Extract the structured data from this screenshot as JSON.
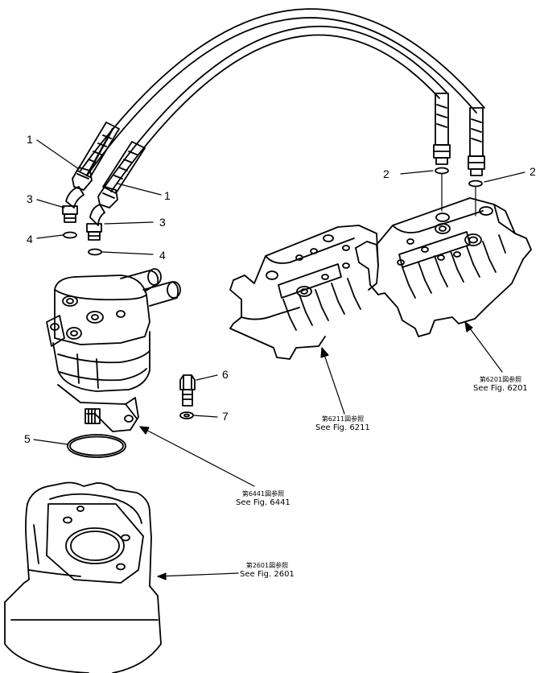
{
  "callouts": {
    "c1a": "1",
    "c1b": "1",
    "c2a": "2",
    "c2b": "2",
    "c3a": "3",
    "c3b": "3",
    "c4a": "4",
    "c4b": "4",
    "c5": "5",
    "c6": "6",
    "c7": "7"
  },
  "refs": {
    "fig6201": {
      "jp": "第6201図参照",
      "en": "See Fig. 6201"
    },
    "fig6211": {
      "jp": "第6211図参照",
      "en": "See Fig. 6211"
    },
    "fig6441": {
      "jp": "第6441図参照",
      "en": "See Fig. 6441"
    },
    "fig2601": {
      "jp": "第2601図参照",
      "en": "See Fig. 2601"
    }
  }
}
